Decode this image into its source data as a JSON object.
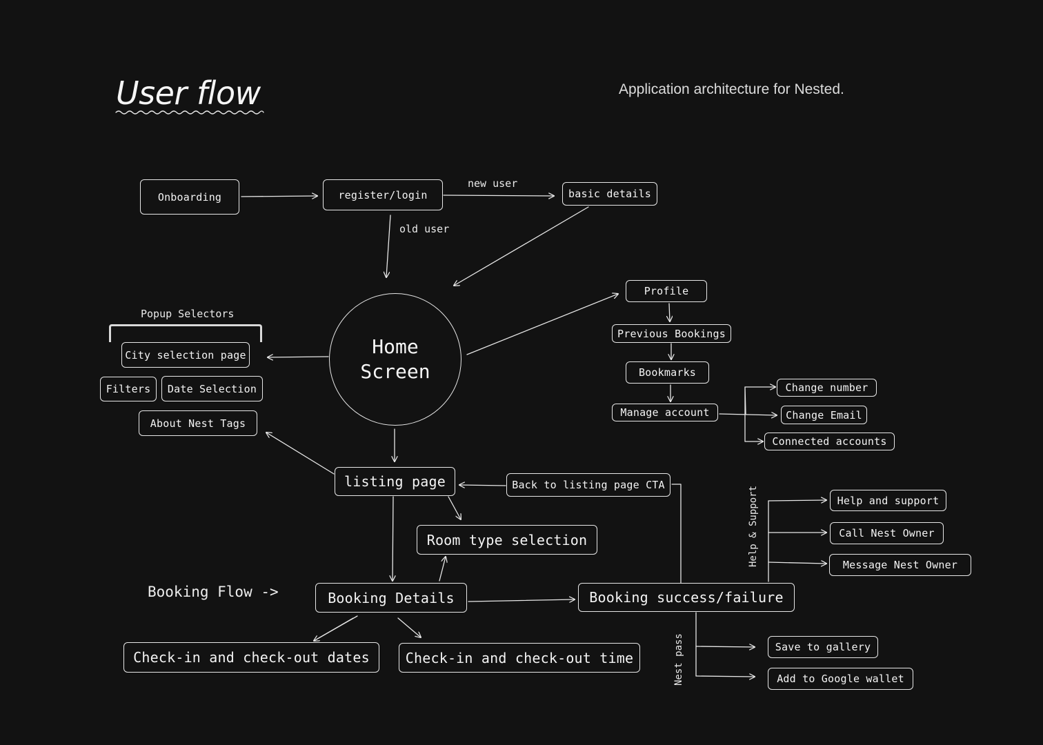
{
  "header": {
    "title": "User flow",
    "subtitle": "Application architecture for Nested."
  },
  "nodes": {
    "onboarding": "Onboarding",
    "register_login": "register/login",
    "basic_details": "basic details",
    "home_line1": "Home",
    "home_line2": "Screen",
    "city_selection": "City selection page",
    "filters": "Filters",
    "date_selection": "Date Selection",
    "about_nest_tags": "About Nest Tags",
    "profile": "Profile",
    "previous_bookings": "Previous Bookings",
    "bookmarks": "Bookmarks",
    "manage_account": "Manage account",
    "change_number": "Change number",
    "change_email": "Change Email",
    "connected_accounts": "Connected accounts",
    "listing_page": "listing page",
    "back_to_listing": "Back to listing page CTA",
    "room_type_selection": "Room type selection",
    "booking_details": "Booking Details",
    "booking_success": "Booking success/failure",
    "checkin_dates": "Check-in and check-out dates",
    "checkin_time": "Check-in and check-out time",
    "help_and_support": "Help and support",
    "call_nest_owner": "Call Nest Owner",
    "message_nest_owner": "Message Nest Owner",
    "save_to_gallery": "Save to gallery",
    "add_to_google_wallet": "Add to Google wallet"
  },
  "labels": {
    "new_user": "new user",
    "old_user": "old user",
    "popup_selectors": "Popup Selectors",
    "booking_flow": "Booking Flow ->",
    "help_support_group": "Help & Support",
    "nest_pass_group": "Nest pass"
  },
  "colors": {
    "background": "#121212",
    "stroke": "#e8e8e8",
    "text": "#f2f2f2"
  }
}
